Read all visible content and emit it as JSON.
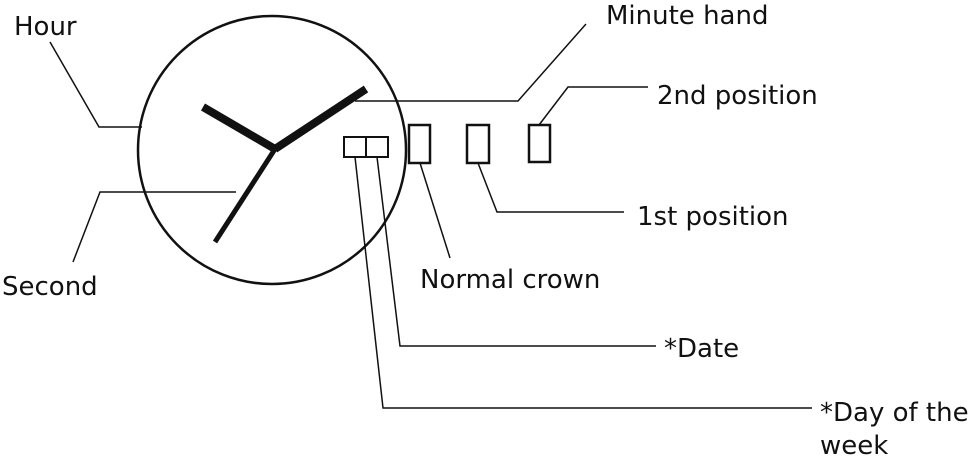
{
  "labels": {
    "hour": "Hour",
    "second": "Second",
    "minute_hand": "Minute hand",
    "second_position": "2nd position",
    "first_position": "1st position",
    "normal_crown": "Normal crown",
    "date": "*Date",
    "day_of_week": "*Day of the week"
  },
  "colors": {
    "ink": "#111111",
    "background": "#ffffff"
  }
}
